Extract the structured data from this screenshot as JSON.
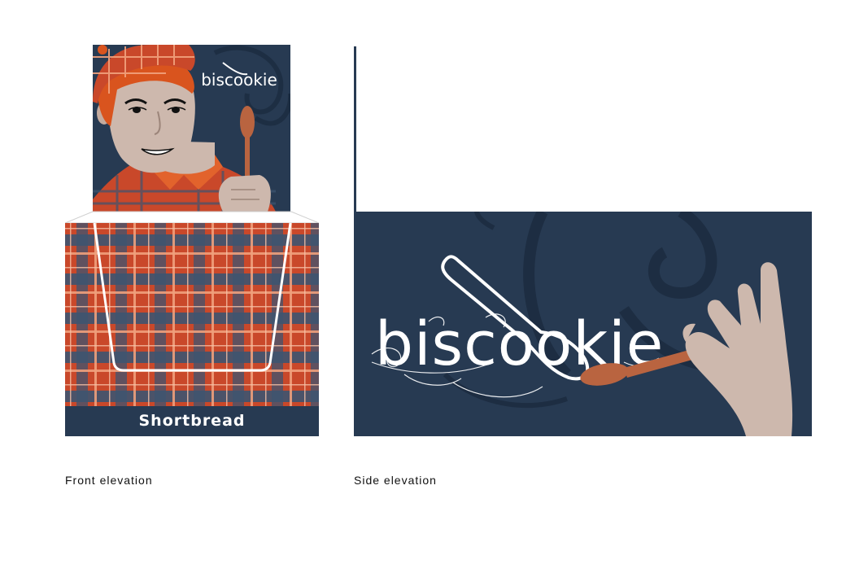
{
  "front": {
    "logo_text": "biscookie",
    "band_label": "Shortbread",
    "caption": "Front elevation"
  },
  "side": {
    "logo_text": "biscookie",
    "caption": "Side elevation"
  },
  "colors": {
    "navy": "#273a52",
    "tartan_red": "#c9482a",
    "tartan_blue": "#3d5470",
    "skin": "#cdb8ad",
    "spoon_brown": "#b96440",
    "hair_orange": "#d9541e"
  }
}
